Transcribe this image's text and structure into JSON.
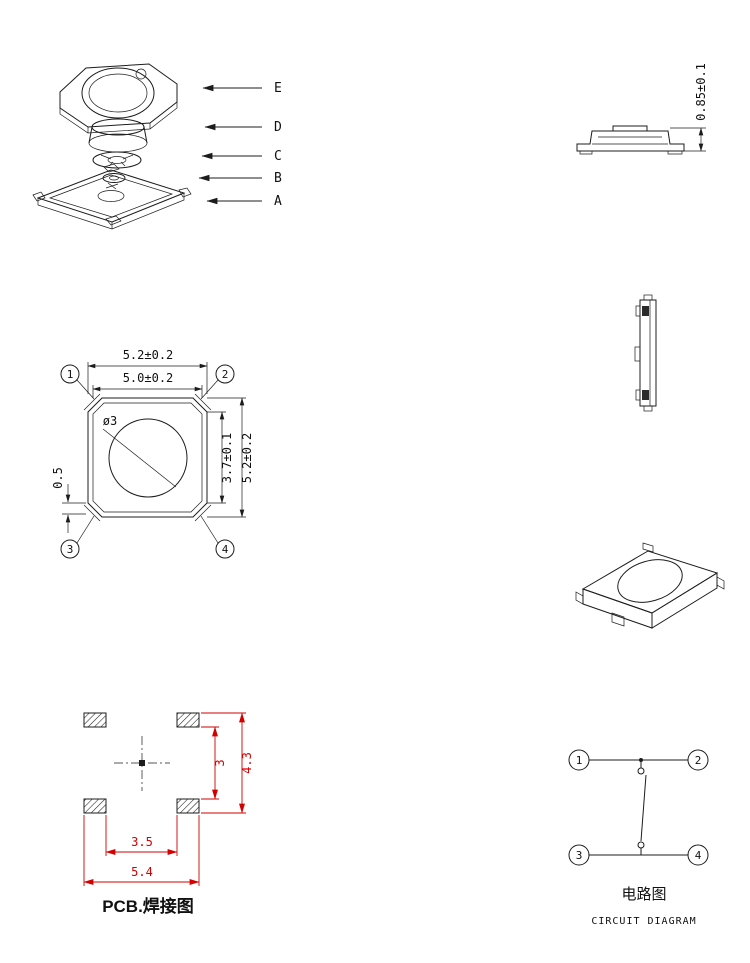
{
  "exploded_view": {
    "part_labels": [
      "E",
      "D",
      "C",
      "B",
      "A"
    ]
  },
  "side_view": {
    "height_dim": "0.85±0.1"
  },
  "top_view": {
    "pin_numbers": [
      "1",
      "2",
      "3",
      "4"
    ],
    "dims": {
      "outer_width": "5.2±0.2",
      "inner_width": "5.0±0.2",
      "button_dia": "ø3",
      "inner_height": "3.7±0.1",
      "outer_height": "5.2±0.2",
      "pad_width": "0.5"
    }
  },
  "pcb_layout": {
    "title": "PCB.焊接图",
    "dims": {
      "outer_v": "4.3",
      "inner_v": "3",
      "inner_h": "3.5",
      "outer_h": "5.4"
    }
  },
  "circuit": {
    "title": "电路图",
    "subtitle": "CIRCUIT DIAGRAM",
    "pin_numbers": [
      "1",
      "2",
      "3",
      "4"
    ]
  },
  "colors": {
    "line": "#1c1c1c",
    "dim_red": "#d30000"
  }
}
